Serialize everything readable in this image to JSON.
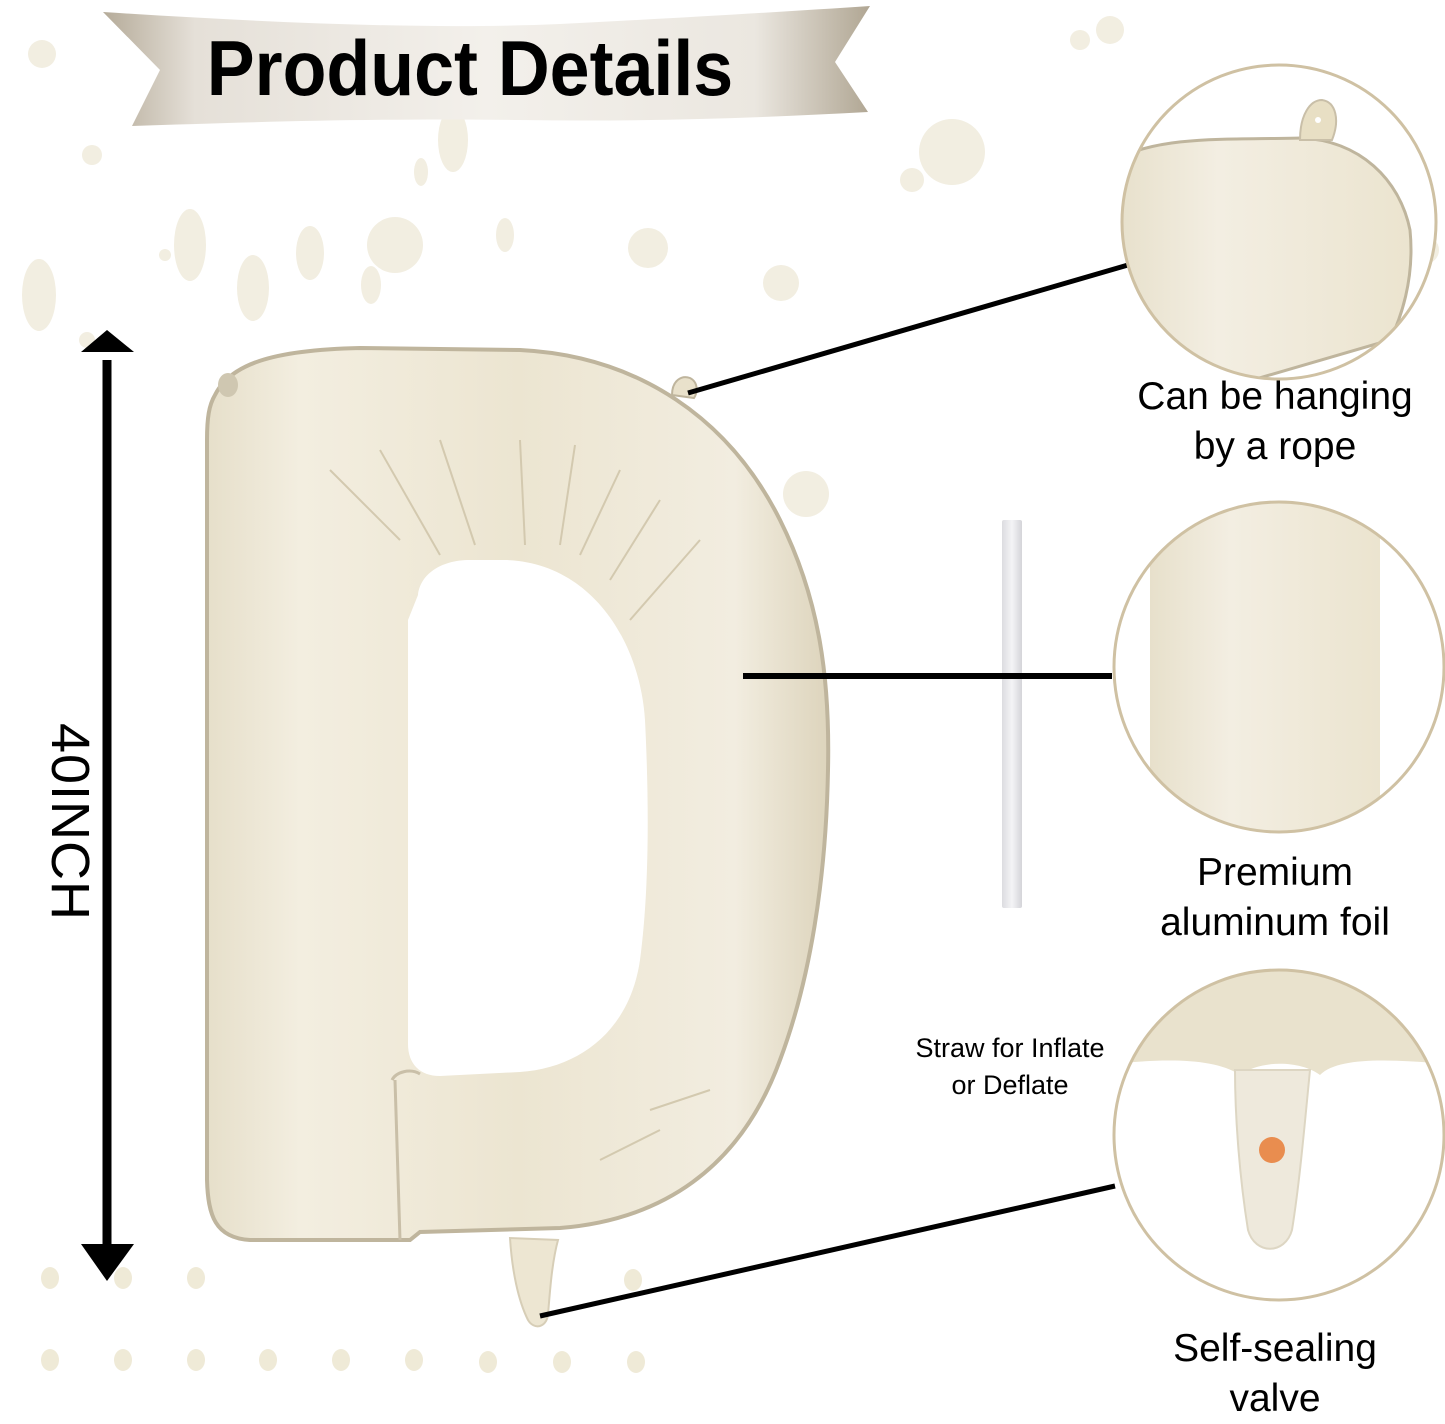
{
  "banner": {
    "title": "Product Details",
    "fill_light": "#f1ede7",
    "fill_dark": "#b5ab99"
  },
  "measurement": {
    "label": "40INCH",
    "arrow_icon": "double-headed-vertical-arrow"
  },
  "product": {
    "name": "Letter D foil balloon",
    "letter": "D",
    "color": "#ede6d2"
  },
  "features": [
    {
      "id": "hanging",
      "line1": "Can be hanging",
      "line2": "by a rope",
      "detail_image": "balloon-top-hanging-tab"
    },
    {
      "id": "foil",
      "line1": "Premium",
      "line2": "aluminum foil",
      "detail_image": "balloon-foil-closeup"
    },
    {
      "id": "valve",
      "line1": "Self-sealing",
      "line2": "valve",
      "detail_image": "balloon-valve-closeup"
    }
  ],
  "accessory": {
    "name": "straw",
    "line1": "Straw for Inflate",
    "line2": "or Deflate"
  },
  "colors": {
    "circle_border": "#cfc1a3",
    "dot": "#f1ede0",
    "line": "#000000"
  }
}
